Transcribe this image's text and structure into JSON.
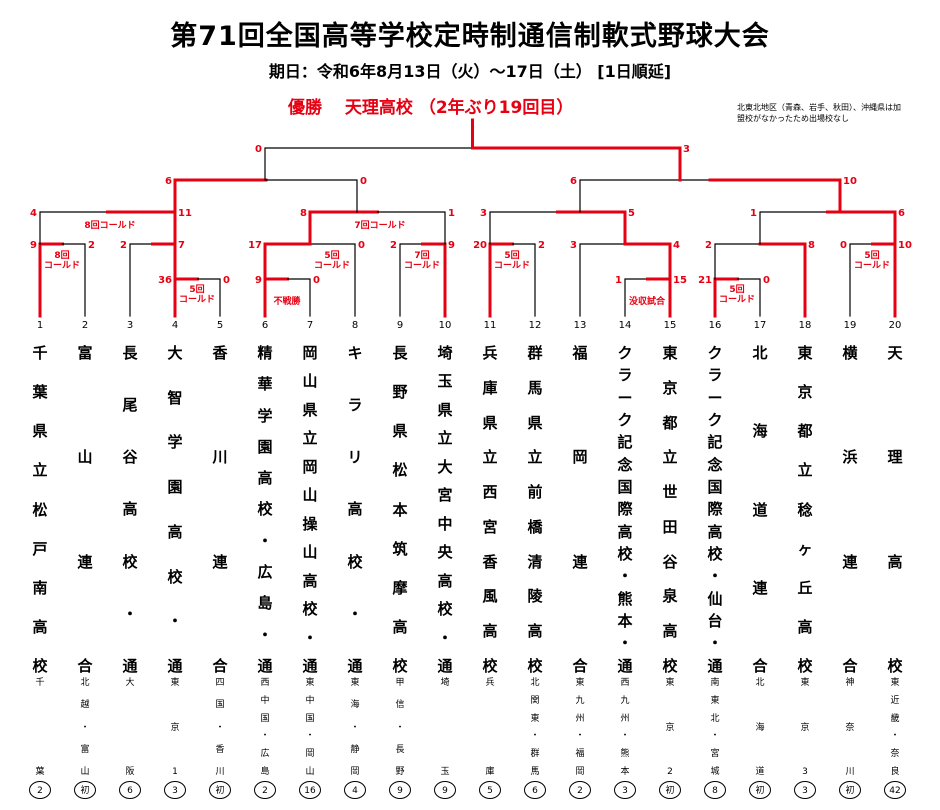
{
  "title": "第71回全国高等学校定時制通信制軟式野球大会",
  "subtitle": "期日：令和6年8月13日（火）～17日（土） [1日順延]",
  "champion": "優勝　 天理高校 （2年ぶり19回目）",
  "note": "北東北地区（青森、岩手、秋田）、沖縄県は加盟校がなかったため出場校なし",
  "colors": {
    "win": "#e60012",
    "lose": "#000000"
  },
  "teams": [
    {
      "seed": "1",
      "school": "千葉県立松戸南高校",
      "pref": "千葉",
      "count": "2"
    },
    {
      "seed": "2",
      "school": "富山連合",
      "pref": "北越・富山",
      "count": "初"
    },
    {
      "seed": "3",
      "school": "長尾谷高校・通",
      "pref": "大阪",
      "count": "6"
    },
    {
      "seed": "4",
      "school": "大智学園高校・通",
      "pref": "東京1",
      "count": "3"
    },
    {
      "seed": "5",
      "school": "香川連合",
      "pref": "四国・香川",
      "count": "初"
    },
    {
      "seed": "6",
      "school": "精華学園高校・広島・通",
      "pref": "西中国・広島",
      "count": "2"
    },
    {
      "seed": "7",
      "school": "岡山県立岡山操山高校・通",
      "pref": "東中国・岡山",
      "count": "16"
    },
    {
      "seed": "8",
      "school": "キラリ高校・通",
      "pref": "東海・静岡",
      "count": "4"
    },
    {
      "seed": "9",
      "school": "長野県松本筑摩高校",
      "pref": "甲信・長野",
      "count": "9"
    },
    {
      "seed": "10",
      "school": "埼玉県立大宮中央高校・通",
      "pref": "埼玉",
      "count": "9"
    },
    {
      "seed": "11",
      "school": "兵庫県立西宮香風高校",
      "pref": "兵庫",
      "count": "5"
    },
    {
      "seed": "12",
      "school": "群馬県立前橋清陵高校",
      "pref": "北関東・群馬",
      "count": "6"
    },
    {
      "seed": "13",
      "school": "福岡連合",
      "pref": "東九州・福岡",
      "count": "2"
    },
    {
      "seed": "14",
      "school": "クラーク記念国際高校・熊本・通",
      "pref": "西九州・熊本",
      "count": "3"
    },
    {
      "seed": "15",
      "school": "東京都立世田谷泉高校",
      "pref": "東京2",
      "count": "初"
    },
    {
      "seed": "16",
      "school": "クラーク記念国際高校・仙台・通",
      "pref": "南東北・宮城",
      "count": "8"
    },
    {
      "seed": "17",
      "school": "北海道連合",
      "pref": "北海道",
      "count": "初"
    },
    {
      "seed": "18",
      "school": "東京都立稔ヶ丘高校",
      "pref": "東京3",
      "count": "3"
    },
    {
      "seed": "19",
      "school": "横浜連合",
      "pref": "神奈川",
      "count": "初"
    },
    {
      "seed": "20",
      "school": "天理高校",
      "pref": "東近畿・奈良",
      "count": "42"
    }
  ],
  "scores": {
    "r1_1_2": [
      "9",
      "2"
    ],
    "r1_4_5": [
      "36",
      "0"
    ],
    "r1_6_7": [
      "9",
      "0"
    ],
    "r1_9_10": [
      "2",
      "9"
    ],
    "r1_11_12": [
      "20",
      "2"
    ],
    "r1_14_15": [
      "1",
      "15"
    ],
    "r1_16_17": [
      "21",
      "0"
    ],
    "r1_19_20": [
      "0",
      "10"
    ],
    "r2_a": [
      "2",
      "7"
    ],
    "r2_b": [
      "17",
      "0"
    ],
    "r2_c": [
      "3",
      "4"
    ],
    "r2_d": [
      "2",
      "8"
    ],
    "r3_a": [
      "4",
      "11"
    ],
    "r3_b": [
      "8",
      "1"
    ],
    "r3_c": [
      "3",
      "5"
    ],
    "r3_d": [
      "1",
      "6"
    ],
    "qf_a": [
      "6",
      "0"
    ],
    "qf_b": [
      "6",
      "10"
    ],
    "final": [
      "0",
      "3"
    ]
  },
  "annotations": {
    "a1": "8回\nコールド",
    "a2": "5回\nコールド",
    "a3": "不戦勝",
    "a4": "5回\nコールド",
    "a5": "7回\nコールド",
    "a6": "5回\nコールド",
    "a7": "没収試合",
    "a8": "5回\nコールド",
    "a9": "5回\nコールド",
    "a10": "8回コールド",
    "a11": "7回コールド"
  }
}
